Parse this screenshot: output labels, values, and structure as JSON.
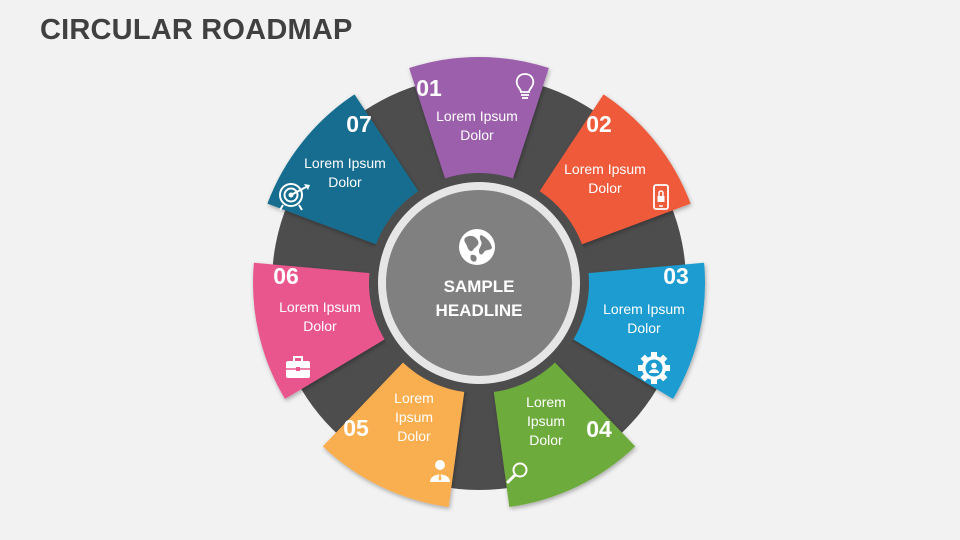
{
  "title": "CIRCULAR ROADMAP",
  "center": {
    "icon": "globe-icon",
    "headline_lines": [
      "SAMPLE",
      "HEADLINE"
    ]
  },
  "segments": [
    {
      "number": "01",
      "lines": [
        "Lorem Ipsum",
        "Dolor"
      ],
      "color": "#9b5fab",
      "icon": "lightbulb-icon"
    },
    {
      "number": "02",
      "lines": [
        "Lorem Ipsum",
        "Dolor"
      ],
      "color": "#ef5a3a",
      "icon": "mobile-lock-icon"
    },
    {
      "number": "03",
      "lines": [
        "Lorem Ipsum",
        "Dolor"
      ],
      "color": "#1a9cd0",
      "icon": "user-gear-icon"
    },
    {
      "number": "04",
      "lines": [
        "Lorem",
        "Ipsum",
        "Dolor"
      ],
      "color": "#6eab3e",
      "icon": "magnifier-icon"
    },
    {
      "number": "05",
      "lines": [
        "Lorem",
        "Ipsum",
        "Dolor"
      ],
      "color": "#f9ae50",
      "icon": "person-icon"
    },
    {
      "number": "06",
      "lines": [
        "Lorem Ipsum",
        "Dolor"
      ],
      "color": "#e9568e",
      "icon": "briefcase-icon"
    },
    {
      "number": "07",
      "lines": [
        "Lorem Ipsum",
        "Dolor"
      ],
      "color": "#136d8f",
      "icon": "target-icon"
    }
  ],
  "colors": {
    "ring": "#4d4d4d",
    "inner_ring": "#e6e6e6",
    "center": "#808080",
    "title": "#404040",
    "background": "#f2f2f2"
  }
}
